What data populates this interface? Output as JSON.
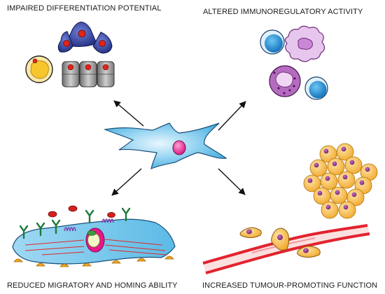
{
  "captions": {
    "top_left": "IMPAIRED DIFFERENTIATION POTENTIAL",
    "top_right": "ALTERED IMMUNOREGULATORY ACTIVITY",
    "bottom_left": "REDUCED MIGRATORY AND HOMING ABILITY",
    "bottom_right": "INCREASED TUMOUR-PROMOTING FUNCTION"
  },
  "colors": {
    "msc_body": "#5bbbe6",
    "msc_nucleus": "#e8178a",
    "osteocyte_blue": "#2b3a8e",
    "nucleus_red": "#e0241b",
    "adipocyte_yellow": "#f7c62d",
    "chondrocyte_gray": "#9a9a9a",
    "lymphocyte_blue": "#1e8fd6",
    "macrophage_lilac": "#d7a6de",
    "granulocyte_purple": "#8e3a9e",
    "tumour_orange": "#f6b740",
    "tumour_nucleus": "#8e2e8a",
    "vessel_red": "#e2232e",
    "integrin_green": "#1f7a3e",
    "fibre_red": "#e02a2a"
  },
  "icons": [
    "arrow-icon",
    "msc-cell-icon",
    "osteocyte-icon",
    "adipocyte-icon",
    "chondrocyte-icon",
    "lymphocyte-icon",
    "macrophage-icon",
    "granulocyte-icon",
    "tumour-cell-icon",
    "blood-vessel-icon",
    "migrating-cell-icon"
  ]
}
